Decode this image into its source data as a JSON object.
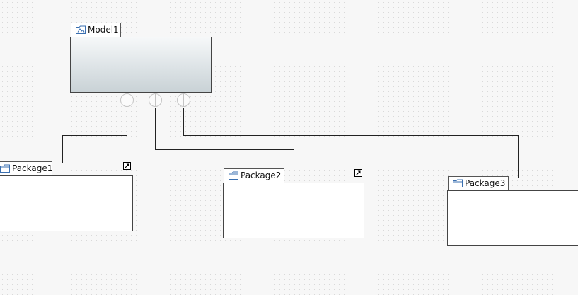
{
  "diagram": {
    "model": {
      "name": "Model1"
    },
    "packages": [
      {
        "name": "Package1"
      },
      {
        "name": "Package2"
      },
      {
        "name": "Package3"
      }
    ]
  },
  "icons": {
    "model": "model-folder-icon",
    "package": "package-folder-icon",
    "shortcut": "shortcut-arrow-icon",
    "anchor": "containment-anchor-icon"
  },
  "colors": {
    "canvas": "#f7f7f7",
    "grid_dot": "#d9d9d9",
    "line": "#222222",
    "icon_blue": "#3a6fb0",
    "model_gradient_top": "#f6f8f9",
    "model_gradient_bottom": "#c9d2d6"
  }
}
